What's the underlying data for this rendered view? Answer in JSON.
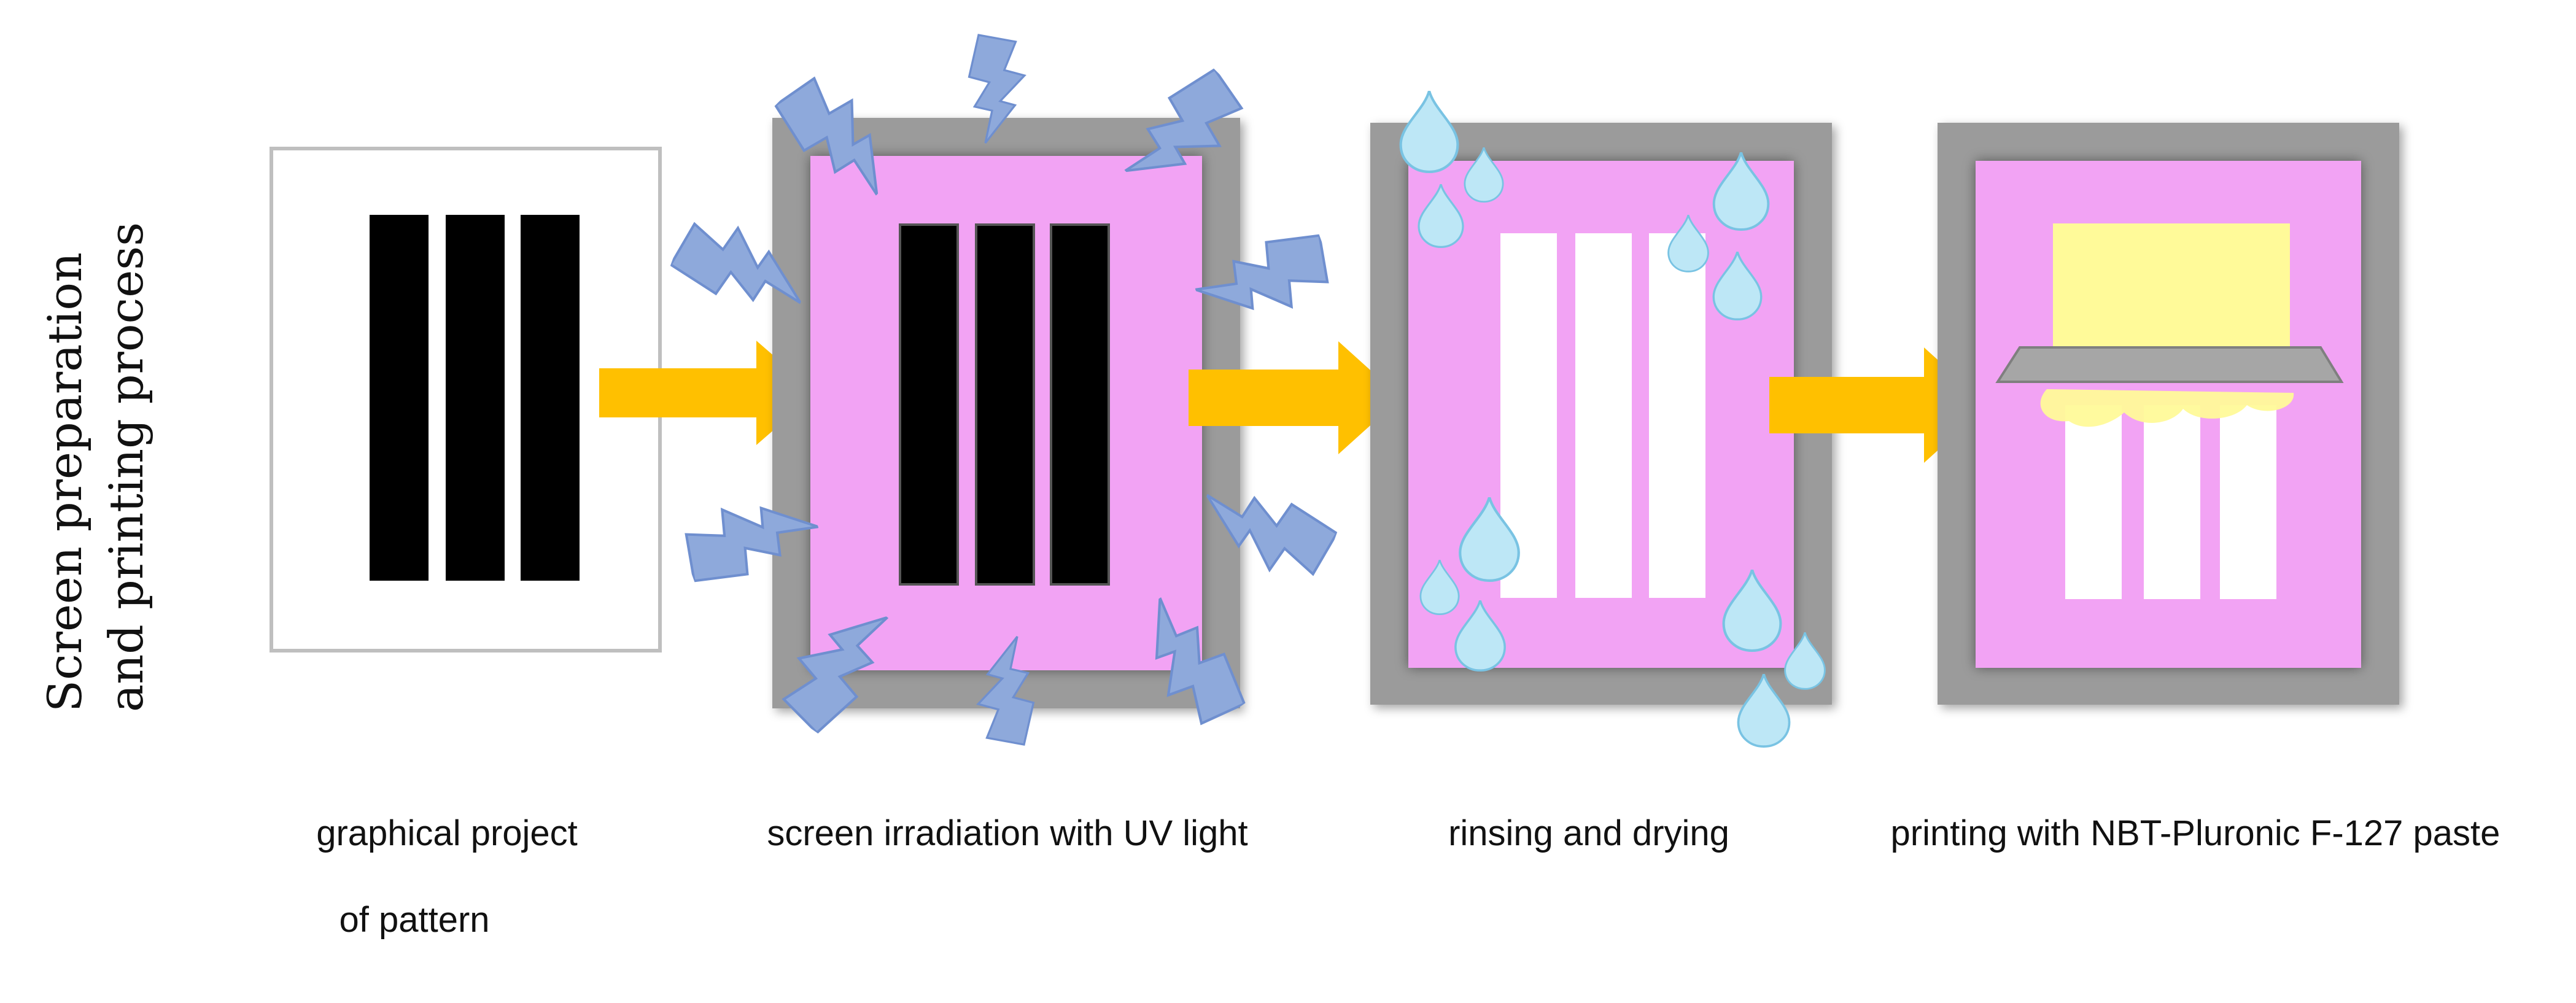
{
  "side_title": {
    "line1": "Screen preparation",
    "line2": "and printing process"
  },
  "steps": [
    {
      "caption_lines": [
        "graphical project",
        "of pattern"
      ]
    },
    {
      "caption_lines": [
        "screen irradiation with UV light"
      ]
    },
    {
      "caption_lines": [
        "rinsing and drying"
      ]
    },
    {
      "caption_lines": [
        "printing with NBT-Pluronic F-127 paste"
      ]
    }
  ],
  "colors": {
    "frame_gray": "#9b9b9b",
    "screen_pink": "#f2a3f4",
    "pattern_black": "#000000",
    "arrow_orange": "#ffc000",
    "uv_bolt_blue": "#8ea9db",
    "water_drop": "#bde7f6",
    "paste_yellow": "#fffa99",
    "squeegee_gray": "#a6a6a6"
  },
  "icons": [
    "lightning-bolt-icon",
    "water-drop-icon",
    "squeegee-icon",
    "arrow-right-icon"
  ]
}
